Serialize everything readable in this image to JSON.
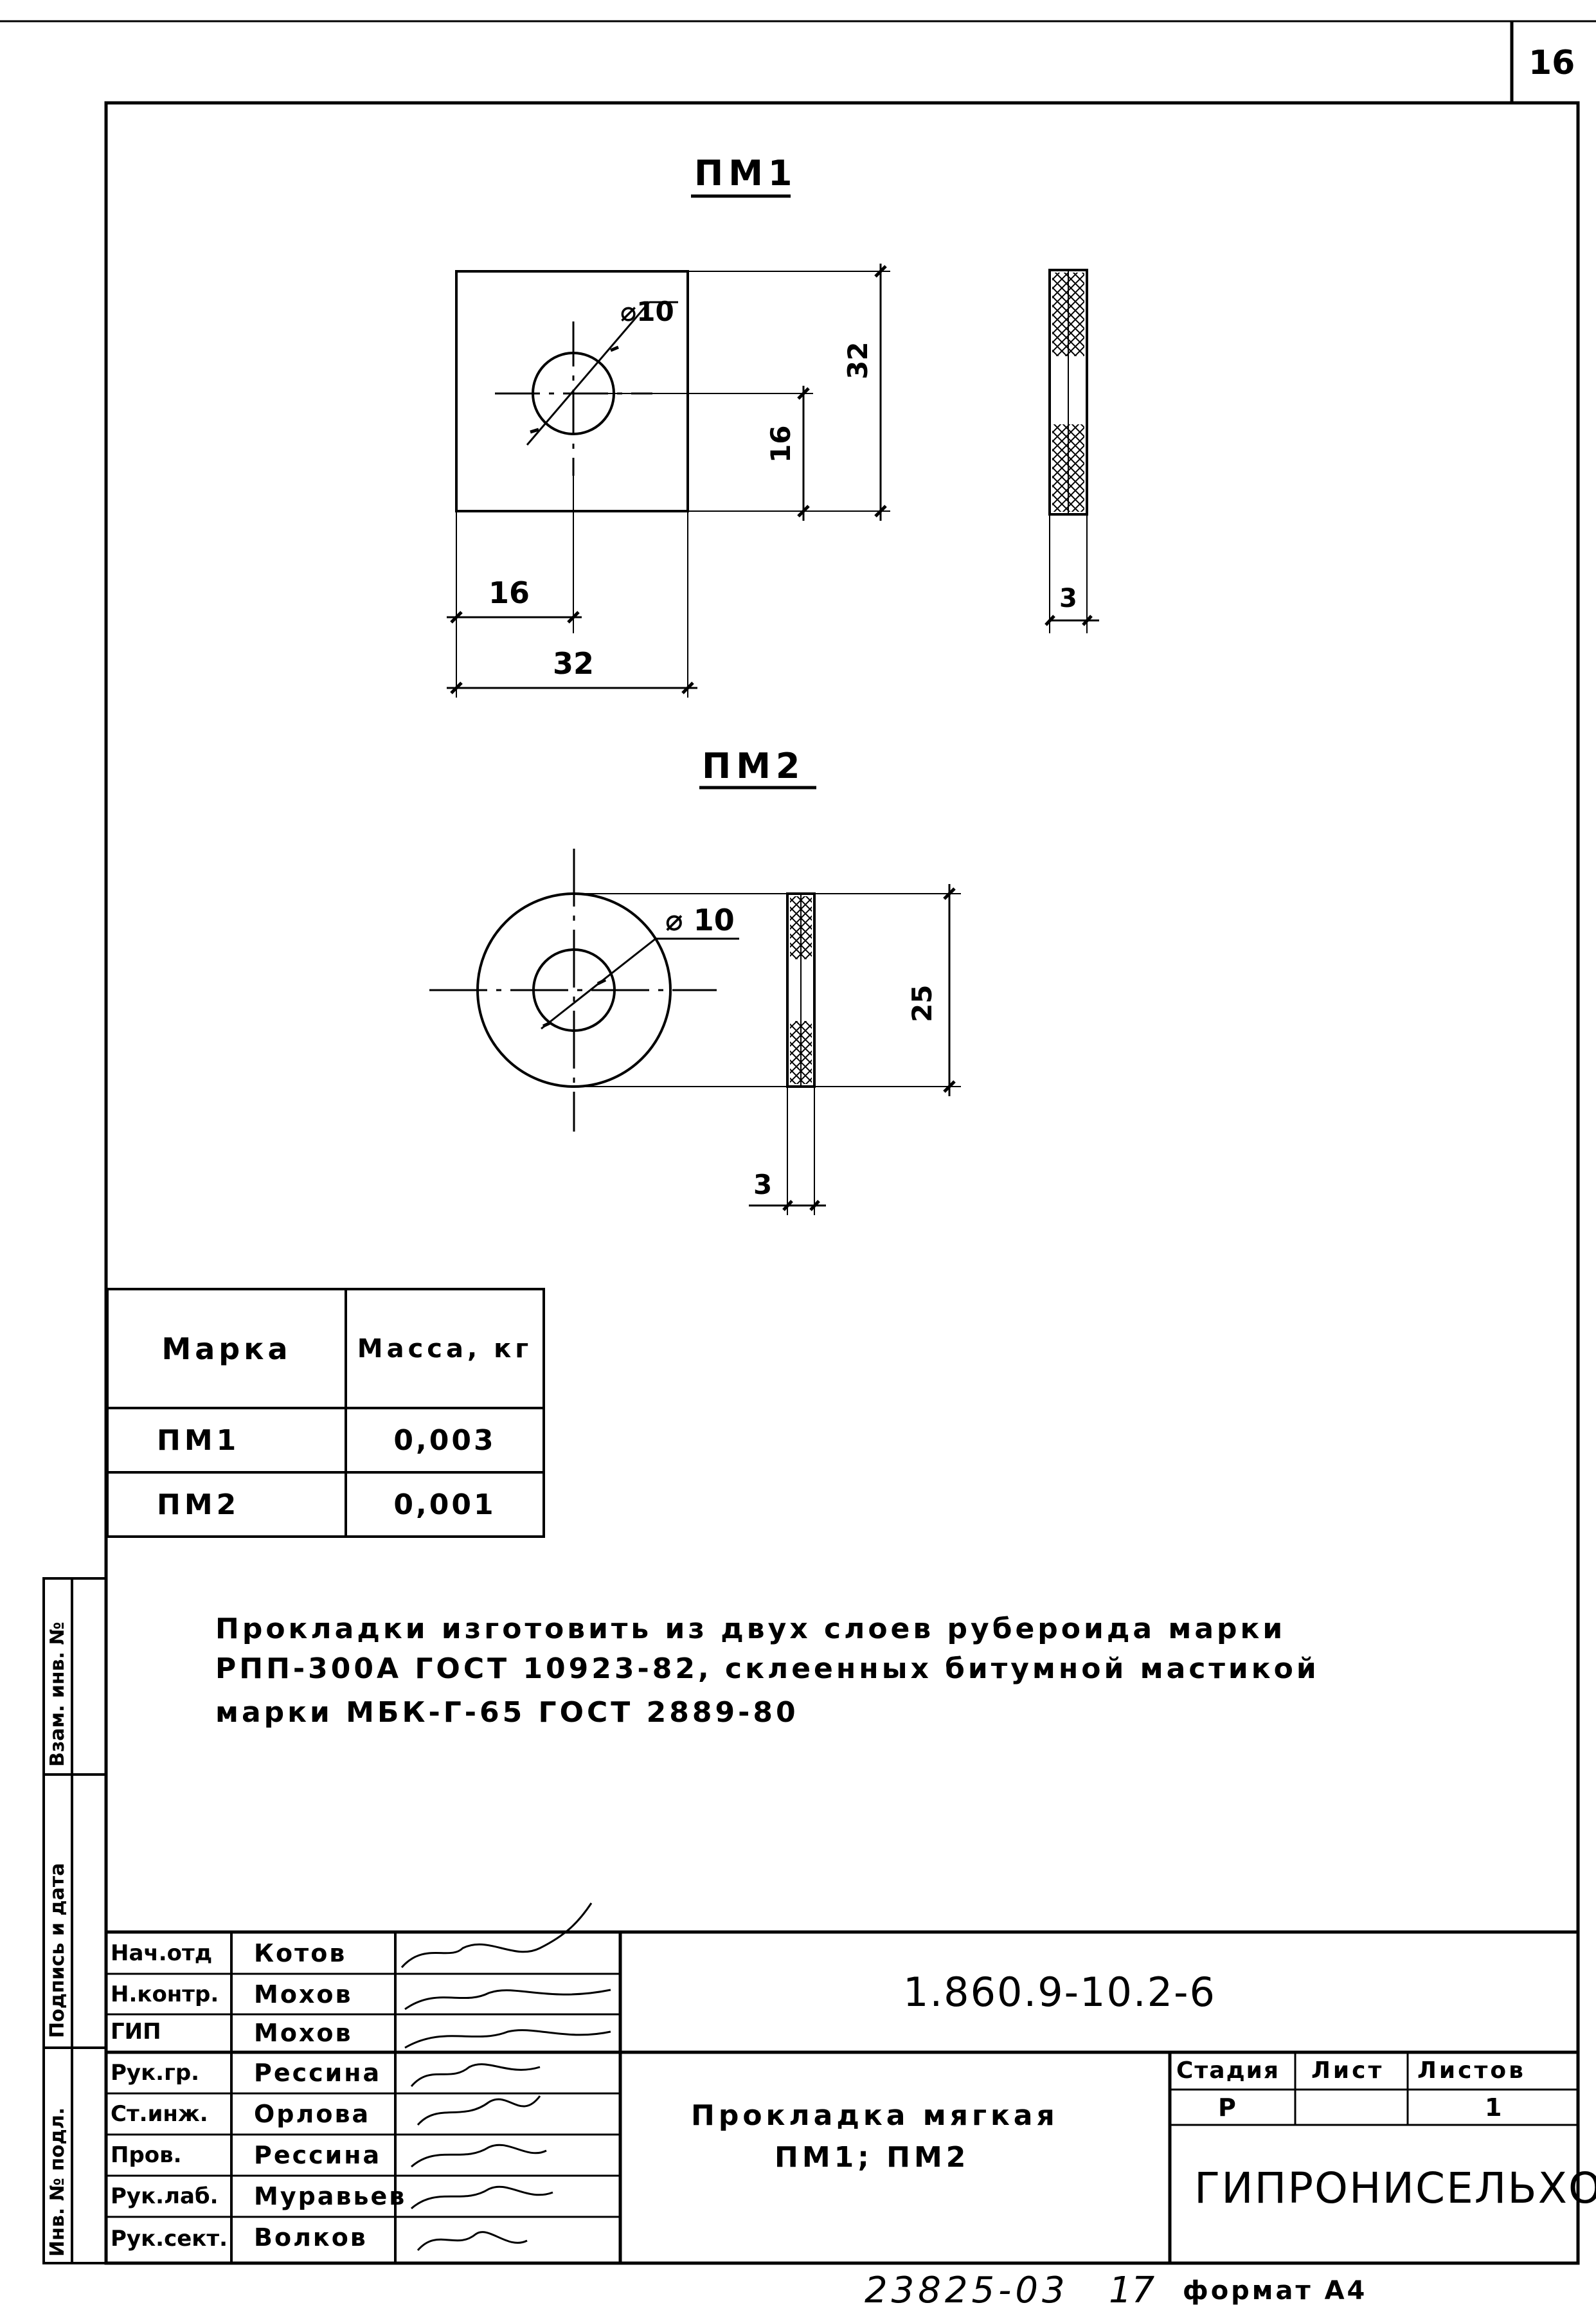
{
  "sheet": {
    "page_number": "16",
    "bottom_number": "23825-03",
    "bottom_page": "17",
    "format_label": "формат А4"
  },
  "side_stamp": {
    "vzam_inv": "Взам. инв. №",
    "podpis_data": "Подпись и дата",
    "inv_podl": "Инв. № подл."
  },
  "drawing": {
    "pm1_title": "ПМ1",
    "pm2_title": "ПМ2",
    "pm1_hole_dia": "⌀10",
    "pm1_height": "32",
    "pm1_half_height": "16",
    "pm1_half_width": "16",
    "pm1_width": "32",
    "pm1_thickness": "3",
    "pm2_hole_dia": "⌀ 10",
    "pm2_diameter": "25",
    "pm2_thickness": "3"
  },
  "mass_table": {
    "headers": [
      "Марка",
      "Масса, кг"
    ],
    "rows": [
      [
        "ПМ1",
        "0,003"
      ],
      [
        "ПМ2",
        "0,001"
      ]
    ]
  },
  "note": {
    "line1": "Прокладки изготовить из двух слоев рубероида марки",
    "line2": "РПП-300А ГОСТ 10923-82, склеенных битумной мастикой",
    "line3": "марки МБК-Г-65 ГОСТ 2889-80"
  },
  "title_block": {
    "people": [
      {
        "role": "Нач.отд",
        "name": "Котов"
      },
      {
        "role": "Н.контр.",
        "name": "Мохов"
      },
      {
        "role": "ГИП",
        "name": "Мохов"
      },
      {
        "role": "Рук.гр.",
        "name": "Рессина"
      },
      {
        "role": "Ст.инж.",
        "name": "Орлова"
      },
      {
        "role": "Пров.",
        "name": "Рессина"
      },
      {
        "role": "Рук.лаб.",
        "name": "Муравьев"
      },
      {
        "role": "Рук.сект.",
        "name": "Волков"
      }
    ],
    "doc_code": "1.860.9-10.2-6",
    "item_name_line1": "Прокладка мягкая",
    "item_name_line2": "ПМ1; ПМ2",
    "stage_header": "Стадия",
    "sheet_header": "Лист",
    "sheets_header": "Листов",
    "stage_value": "Р",
    "sheet_value": "",
    "sheets_value": "1",
    "organization": "ГИПРОНИСЕЛЬХОЗ"
  },
  "colors": {
    "ink": "#000000",
    "paper": "#ffffff"
  }
}
